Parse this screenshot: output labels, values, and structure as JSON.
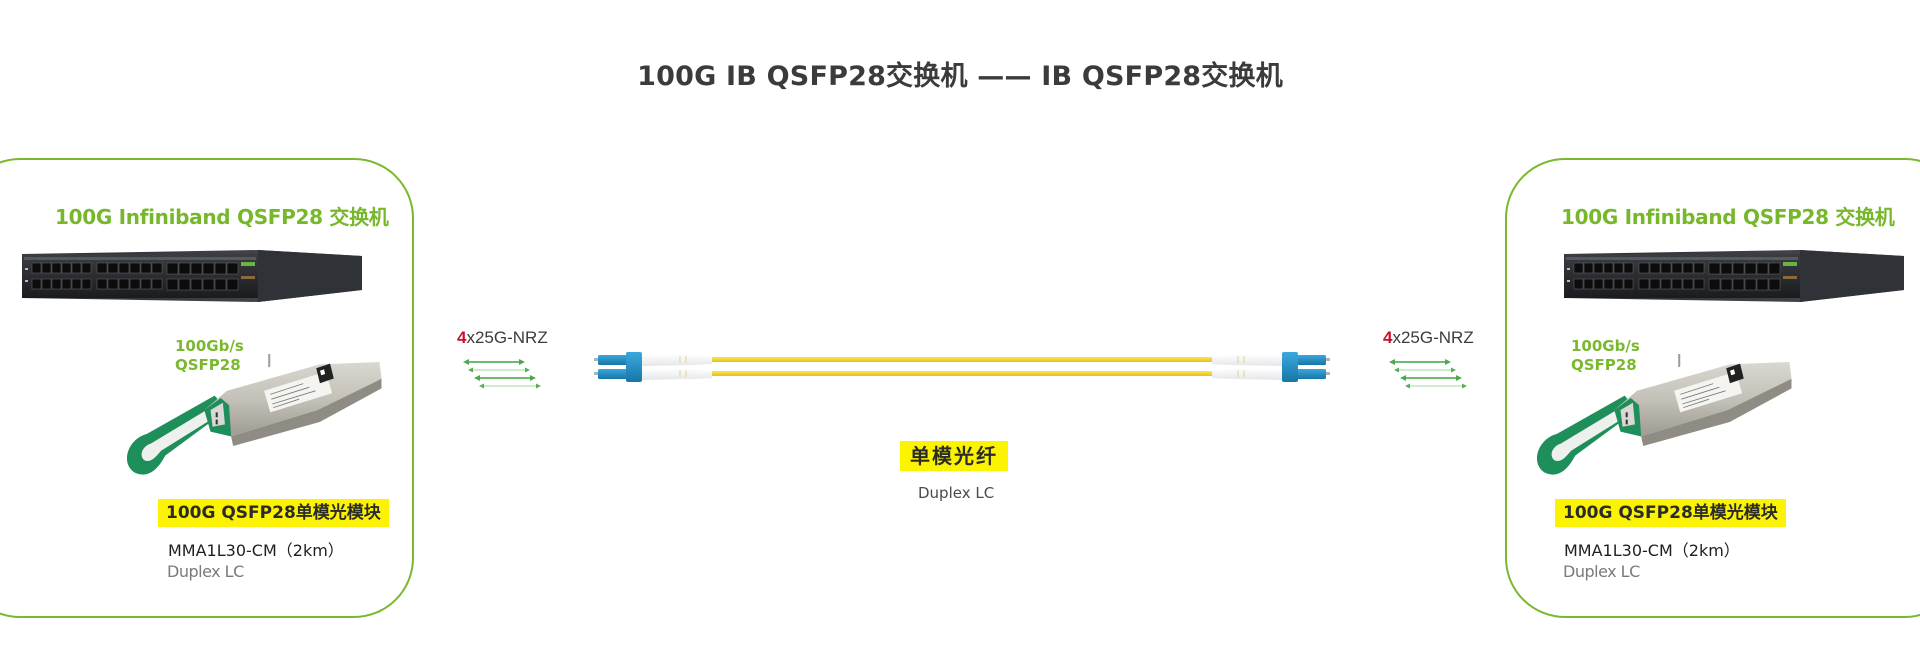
{
  "title": "100G IB QSFP28交换机 —— IB QSFP28交换机",
  "colors": {
    "accent_green": "#76b82a",
    "highlight_yellow": "#fbf300",
    "lane_count_red": "#c8102e",
    "fiber_yellow": "#f3d21a",
    "lc_blue": "#1e8fc9",
    "module_green": "#1e8f5a"
  },
  "left_panel": {
    "switch_title": "100G Infiniband QSFP28 交换机",
    "switch_icon": "infiniband-switch-icon",
    "module_speed": "100Gb/s",
    "module_form_factor": "QSFP28",
    "module_icon": "qsfp28-transceiver-icon",
    "module_label": "100G QSFP28单模光模块",
    "module_model": "MMA1L30-CM（2km）",
    "connector": "Duplex LC"
  },
  "right_panel": {
    "switch_title": "100G Infiniband QSFP28 交换机",
    "switch_icon": "infiniband-switch-icon",
    "module_speed": "100Gb/s",
    "module_form_factor": "QSFP28",
    "module_icon": "qsfp28-transceiver-icon",
    "module_label": "100G QSFP28单模光模块",
    "module_model": "MMA1L30-CM（2km）",
    "connector": "Duplex LC"
  },
  "link": {
    "left_lanes": {
      "count": "4",
      "rate": "x25G-NRZ",
      "icon": "bidirectional-lanes-icon"
    },
    "right_lanes": {
      "count": "4",
      "rate": "x25G-NRZ",
      "icon": "bidirectional-lanes-icon"
    },
    "cable_icon": "duplex-lc-fiber-cable-icon",
    "fiber_type": "单模光纤",
    "fiber_connector": "Duplex LC"
  }
}
